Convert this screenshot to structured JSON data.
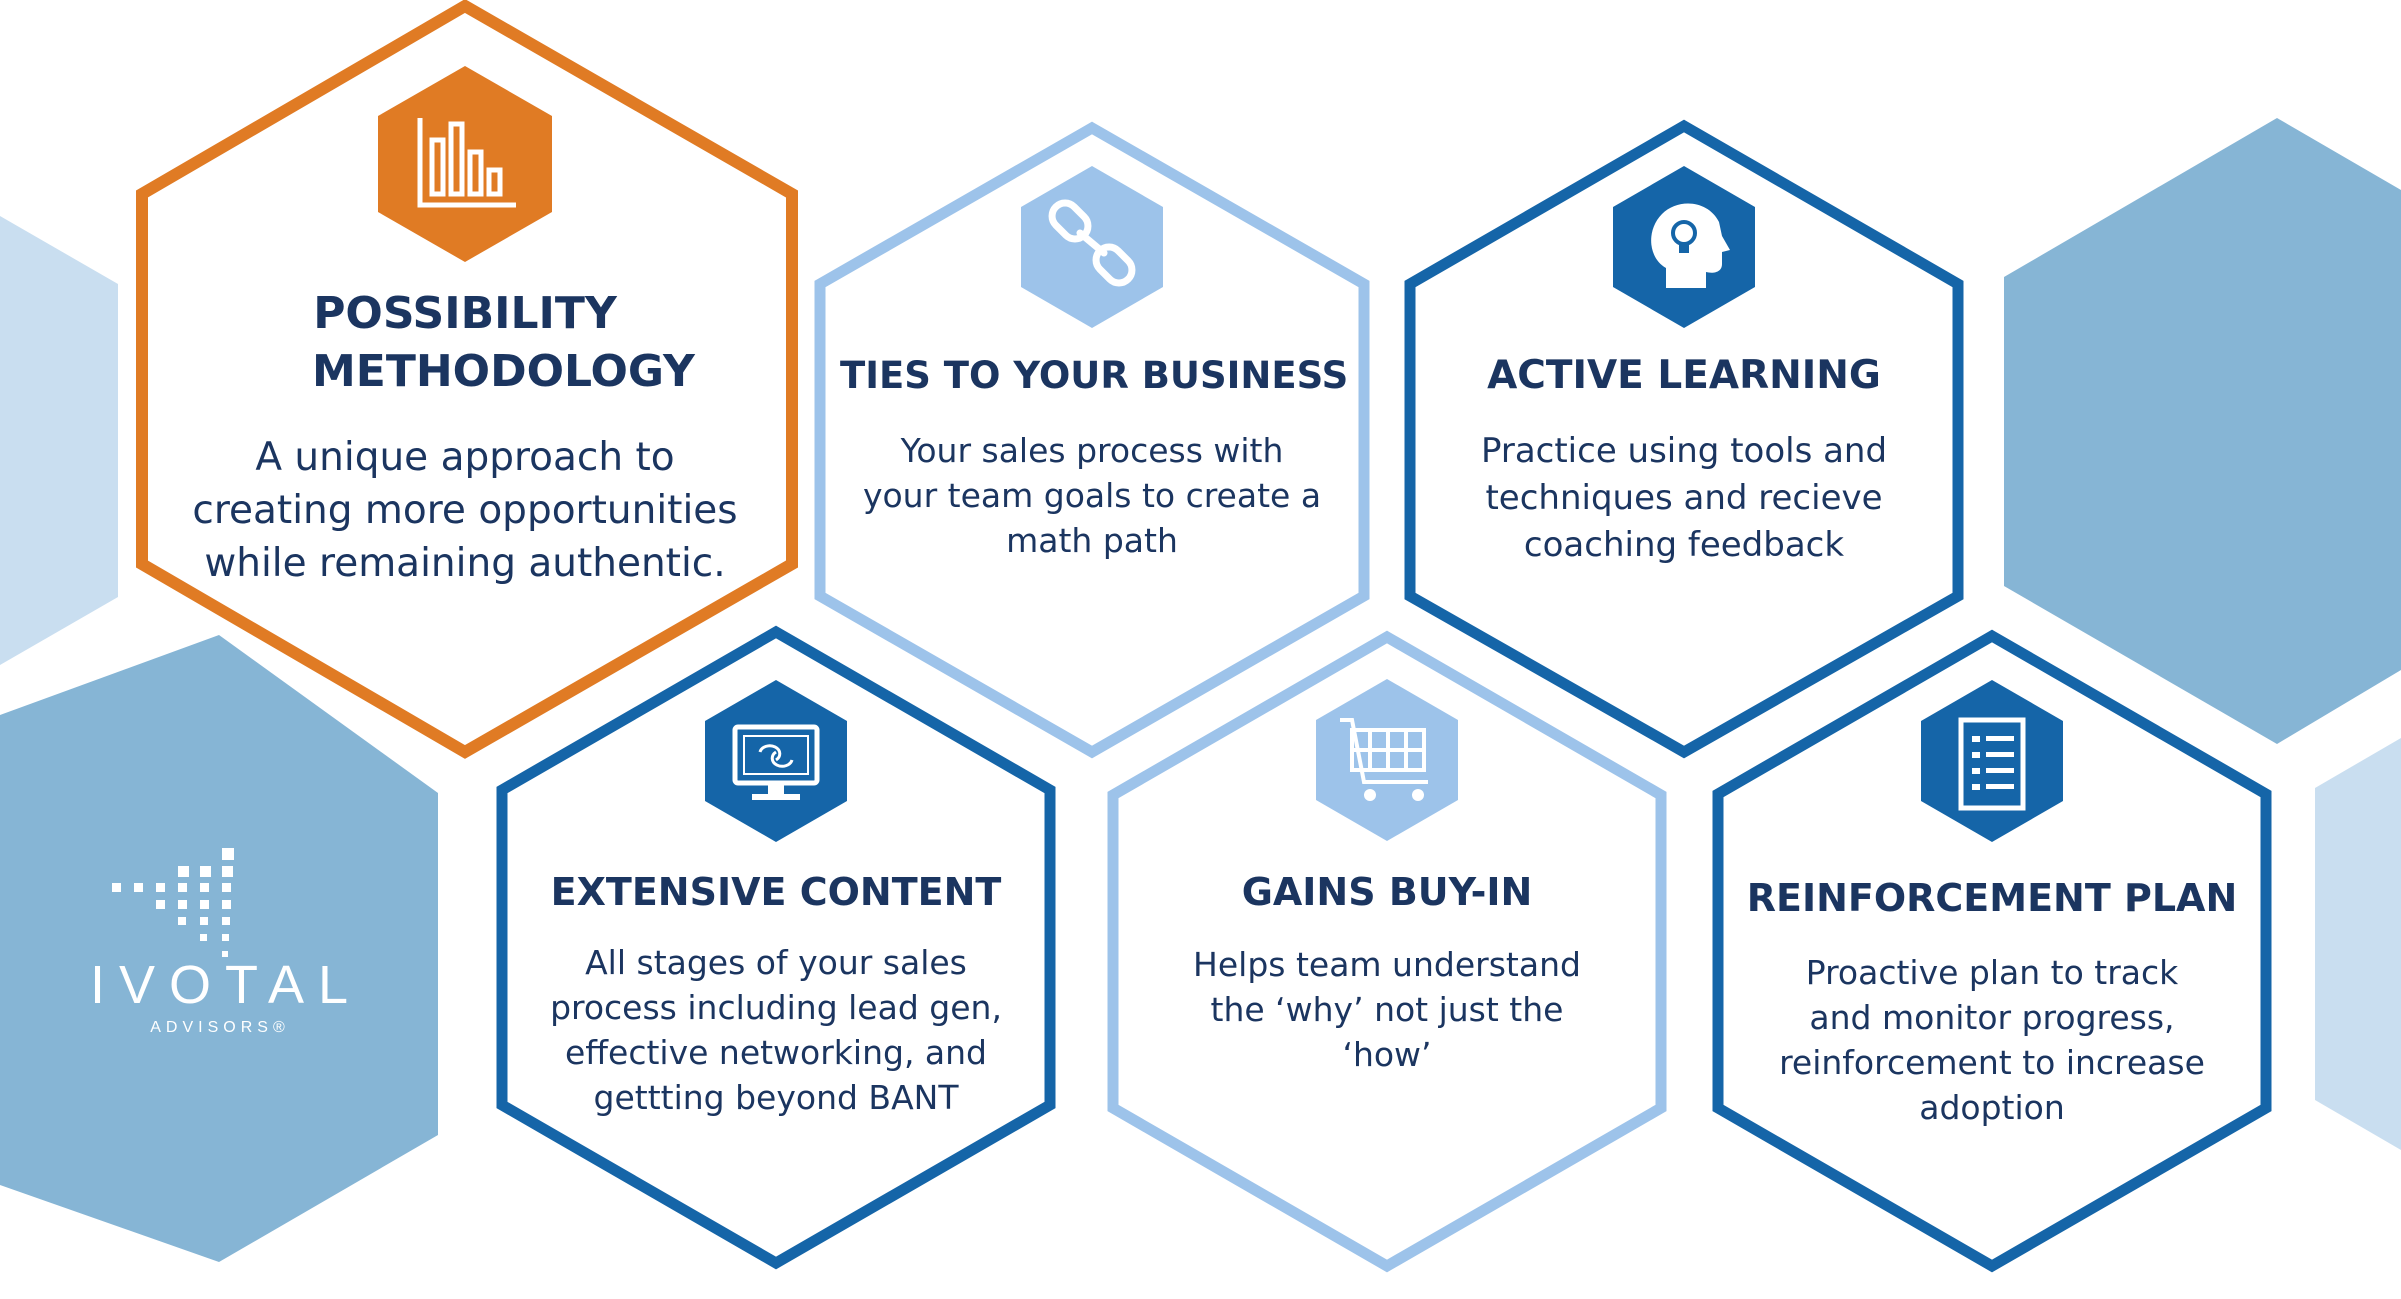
{
  "colors": {
    "orange": "#e07b24",
    "dark_blue": "#1565a8",
    "light_blue": "#9dc3ea",
    "bg_mid": "#86b5d5",
    "bg_light": "#c9def0",
    "text": "#1b3560"
  },
  "brand": {
    "name": "IVOTAL",
    "sub": "ADVISORS®"
  },
  "cards": [
    {
      "id": "possibility",
      "title": "POSSIBILITY METHODOLOGY",
      "description": "A unique approach to creating more opportunities while remaining authentic.",
      "icon": "bar-chart-icon",
      "border": "orange"
    },
    {
      "id": "ties",
      "title": "TIES TO YOUR BUSINESS",
      "description": "Your sales process with your team goals to create a math path",
      "icon": "link-chain-icon",
      "border": "light_blue"
    },
    {
      "id": "active",
      "title": "ACTIVE LEARNING",
      "description": "Practice using tools and techniques and recieve coaching feedback",
      "icon": "head-lightbulb-icon",
      "border": "dark_blue"
    },
    {
      "id": "extensive",
      "title": "EXTENSIVE CONTENT",
      "description": "All stages of your sales process including lead gen, effective networking, and gettting beyond BANT",
      "icon": "monitor-icon",
      "border": "dark_blue"
    },
    {
      "id": "gains",
      "title": "GAINS BUY-IN",
      "description": "Helps team understand the ‘why’ not just the ‘how’",
      "icon": "shopping-cart-icon",
      "border": "light_blue"
    },
    {
      "id": "reinforcement",
      "title": "REINFORCEMENT PLAN",
      "description": "Proactive plan to track and monitor progress, reinforcement to increase adoption",
      "icon": "checklist-icon",
      "border": "dark_blue"
    }
  ]
}
